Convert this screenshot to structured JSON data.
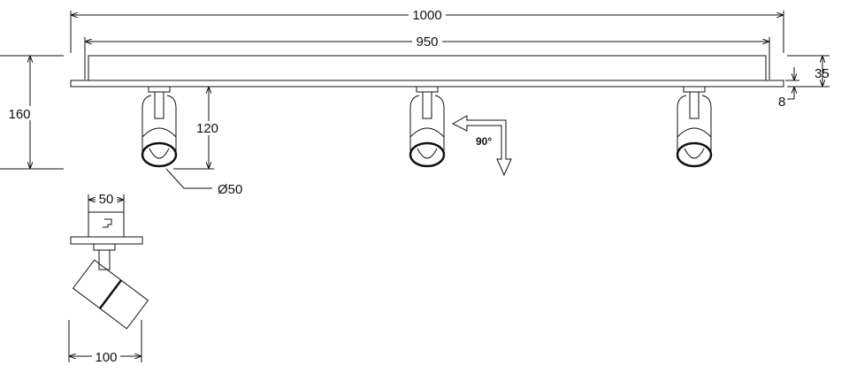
{
  "dimensions": {
    "total_length": "1000",
    "body_length": "950",
    "total_height": "160",
    "spot_height": "120",
    "spot_diameter": "Ø50",
    "body_height": "35",
    "plate_thickness": "8",
    "mount_width": "50",
    "tilted_width": "100",
    "rotation_angle": "90°"
  },
  "spotlight_count": 3
}
